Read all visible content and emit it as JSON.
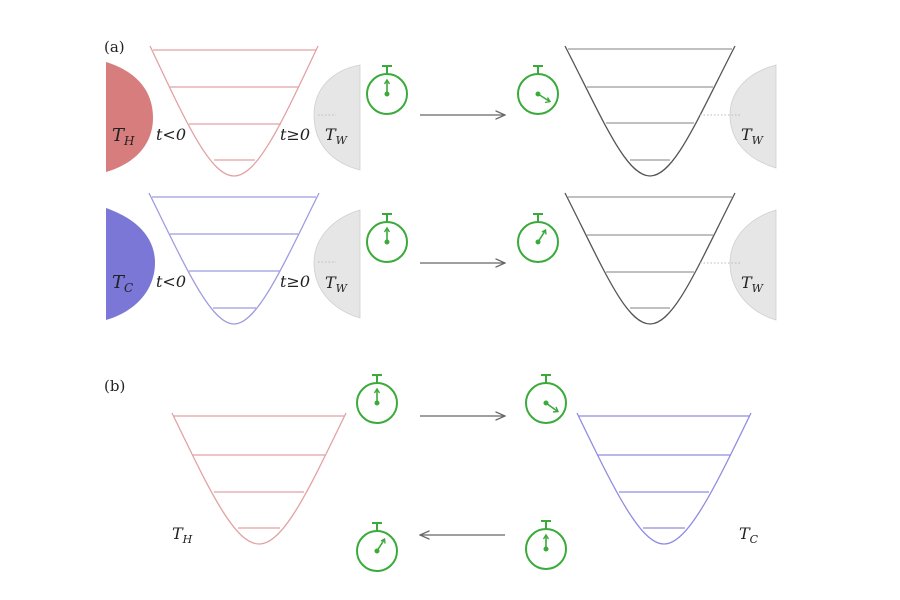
{
  "panels": {
    "a": {
      "label": "(a)",
      "rows": [
        {
          "left_bath_symbol": "T",
          "left_bath_subscript": "H",
          "left_bath_color": "#d77d7e",
          "well_color": "#e2a2a3",
          "time_before": "t<0",
          "time_after": "t≥0",
          "right_bath_symbol": "T",
          "right_bath_subscript": "W",
          "result_bath_symbol": "T",
          "result_bath_subscript": "W",
          "clock_before": "up",
          "clock_after": "down-right"
        },
        {
          "left_bath_symbol": "T",
          "left_bath_subscript": "C",
          "left_bath_color": "#7a77d6",
          "well_color": "#9e9be0",
          "time_before": "t<0",
          "time_after": "t≥0",
          "right_bath_symbol": "T",
          "right_bath_subscript": "W",
          "result_bath_symbol": "T",
          "result_bath_subscript": "W",
          "clock_before": "up",
          "clock_after": "up-right"
        }
      ]
    },
    "b": {
      "label": "(b)",
      "left_symbol": "T",
      "left_subscript": "H",
      "right_symbol": "T",
      "right_subscript": "C",
      "left_color": "#e2a2a3",
      "right_color": "#8f8ce0"
    }
  },
  "colors": {
    "clock": "#3aaa3a",
    "bath_gray": "#e6e6e6",
    "well_dark": "#555555",
    "arrow": "#666666"
  }
}
